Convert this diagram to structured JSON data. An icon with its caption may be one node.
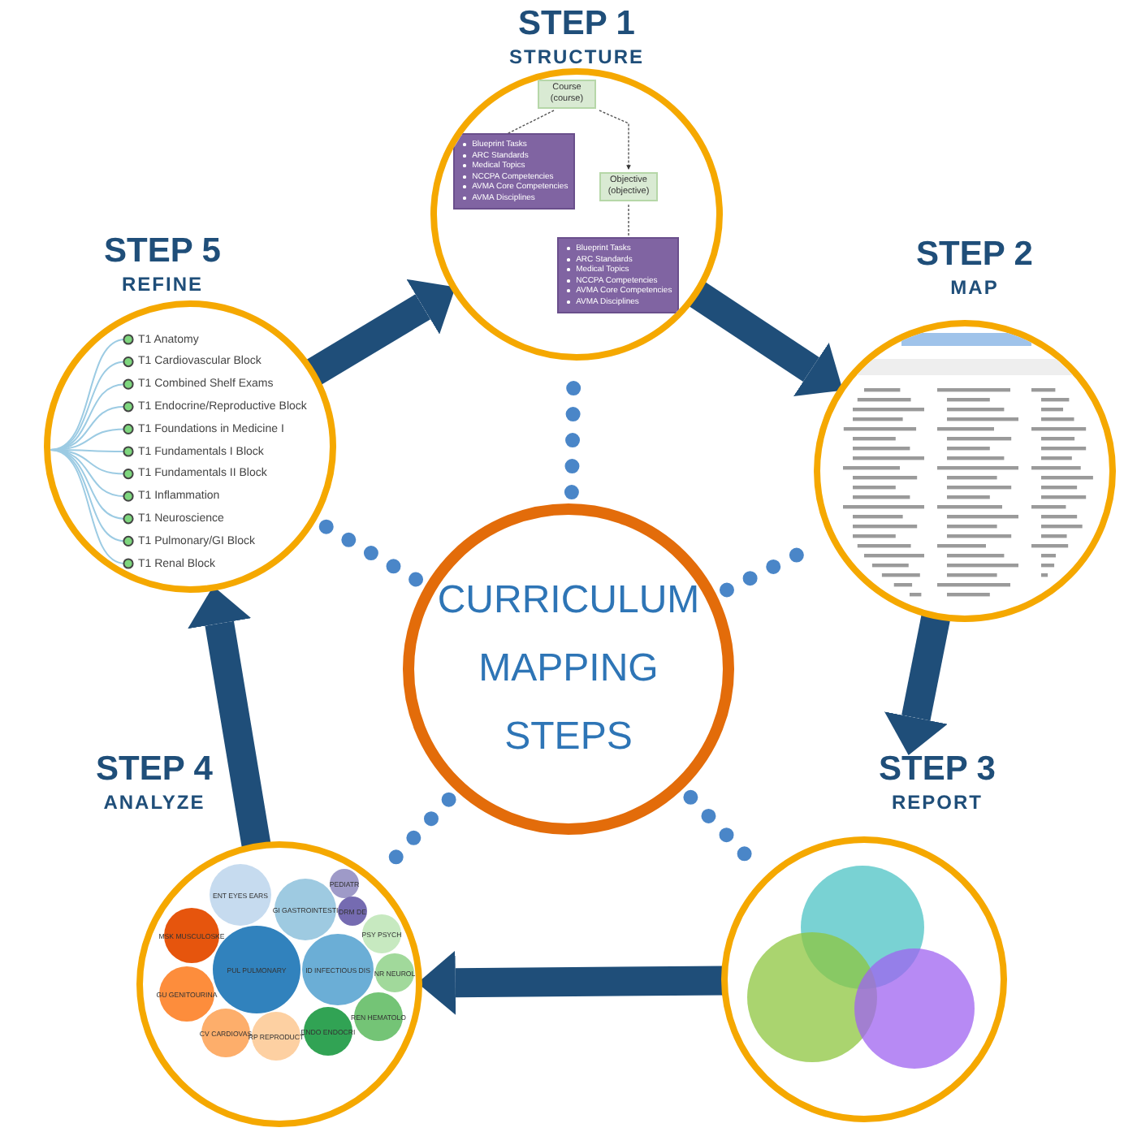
{
  "diagram": {
    "nodes": [
      {
        "text": [
          "CURRICULUM MAPPING STEPS"
        ]
      },
      {
        "text": [
          "STEP 1",
          "STRUCTURE"
        ]
      },
      {
        "text": [
          "STEP 2",
          "MAP"
        ]
      },
      {
        "text": [
          "STEP 3",
          "REPORT"
        ]
      },
      {
        "text": [
          "STEP 4",
          "ANALYZE"
        ]
      },
      {
        "text": [
          "STEP 5",
          "REFINE"
        ]
      }
    ],
    "edges": [
      {
        "from": 1,
        "to": 2,
        "arrow": "to",
        "style": "thick"
      },
      {
        "from": 2,
        "to": 3,
        "arrow": "to",
        "style": "thick"
      },
      {
        "from": 3,
        "to": 4,
        "arrow": "to",
        "style": "thick"
      },
      {
        "from": 4,
        "to": 5,
        "arrow": "to",
        "style": "thick"
      },
      {
        "from": 5,
        "to": 1,
        "arrow": "to",
        "style": "thick"
      },
      {
        "from": 0,
        "to": 1,
        "arrow": "none",
        "style": "dashed",
        "color": "#4a86c8"
      },
      {
        "from": 0,
        "to": 2,
        "arrow": "none",
        "style": "dashed",
        "color": "#4a86c8"
      },
      {
        "from": 0,
        "to": 3,
        "arrow": "none",
        "style": "dashed",
        "color": "#4a86c8"
      },
      {
        "from": 0,
        "to": 4,
        "arrow": "none",
        "style": "dashed",
        "color": "#4a86c8"
      },
      {
        "from": 0,
        "to": 5,
        "arrow": "none",
        "style": "dashed",
        "color": "#4a86c8"
      }
    ],
    "labels": [
      "Course (course)",
      "Blueprint Tasks",
      "ARC Standards",
      "Medical Topics",
      "NCCPA Competencies",
      "AVMA Core Competencies",
      "AVMA Disciplines",
      "Objective (objective)",
      "Blueprint Tasks",
      "ARC Standards",
      "Medical Topics",
      "NCCPA Competencies",
      "AVMA Core Competencies",
      "AVMA Disciplines",
      "T1 Anatomy",
      "T1 Cardiovascular Block",
      "T1 Combined Shelf Exams",
      "T1 Endocrine/Reproductive Block",
      "T1 Foundations in Medicine I",
      "T1 Fundamentals I Block",
      "T1 Fundamentals II Block",
      "T1 Inflammation",
      "T1 Neuroscience",
      "T1 Pulmonary/GI Block",
      "T1 Renal Block",
      "PEDIATR",
      "ENT EYES EARS",
      "GI GASTROINTESTI",
      "DRM DE",
      "MSK MUSCULOSKE",
      "PSY PSYCH",
      "PUL PULMONARY",
      "ID INFECTIOUS DIS",
      "NR NEUROL",
      "GU GENITOURINA",
      "REN HEMATOLO",
      "CV CARDIOVAS",
      "RP REPRODUCT",
      "ENDO ENDOCRI"
    ]
  }
}
